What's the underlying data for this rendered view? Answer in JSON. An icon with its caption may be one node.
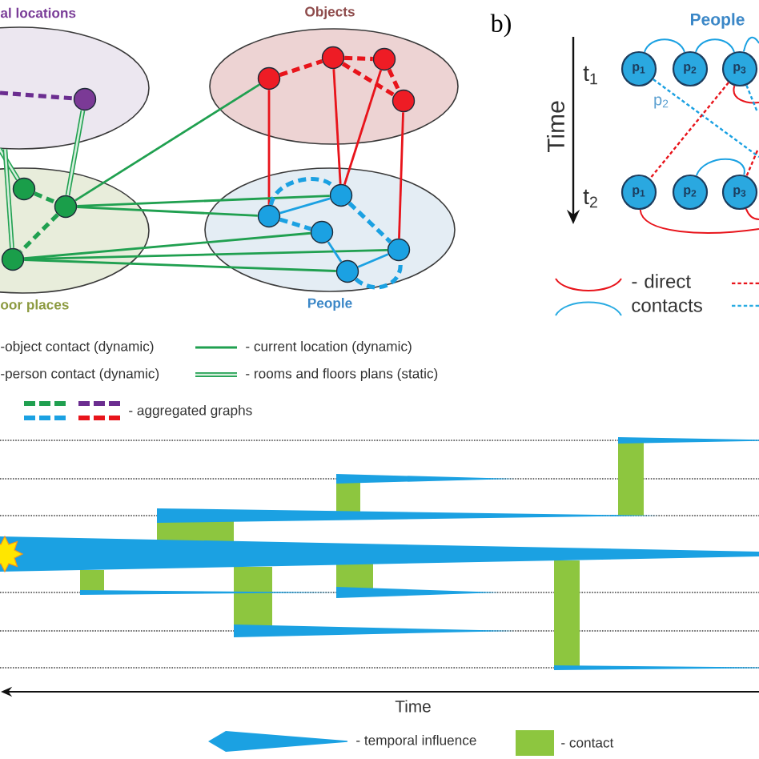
{
  "diagram": {
    "nodes": [
      {
        "text": [
          "al locations"
        ]
      },
      {
        "text": [],
        "shape": "circle",
        "in": 0
      },
      {
        "text": [
          "Objects"
        ]
      },
      {
        "text": [],
        "shape": "circle",
        "in": 2
      },
      {
        "text": [],
        "shape": "circle",
        "in": 2
      },
      {
        "text": [],
        "shape": "circle",
        "in": 2
      },
      {
        "text": [],
        "shape": "circle",
        "in": 2
      },
      {
        "text": [
          "oor places"
        ]
      },
      {
        "text": [],
        "shape": "circle",
        "in": 7
      },
      {
        "text": [],
        "shape": "circle",
        "in": 7
      },
      {
        "text": [],
        "shape": "circle",
        "in": 7
      },
      {
        "text": [
          "People"
        ]
      },
      {
        "text": [],
        "shape": "circle",
        "in": 11
      },
      {
        "text": [],
        "shape": "circle",
        "in": 11
      },
      {
        "text": [],
        "shape": "circle",
        "in": 11
      },
      {
        "text": [],
        "shape": "circle",
        "in": 11
      },
      {
        "text": [],
        "shape": "circle",
        "in": 11
      },
      {
        "text": [
          "p$_{1}$"
        ]
      },
      {
        "text": [
          "p$_{2}$"
        ]
      },
      {
        "text": [
          "p$_{3}$"
        ]
      },
      {
        "text": [
          "p$_{1}$"
        ]
      },
      {
        "text": [
          "p$_{2}$"
        ]
      },
      {
        "text": [
          "p$_{3}$"
        ]
      }
    ],
    "edges": [
      {
        "from": null,
        "to": 1,
        "arrow": "none",
        "style": "dashed",
        "color": "#6b2d90"
      },
      {
        "from": 3,
        "to": 4,
        "arrow": "none",
        "style": "dashed",
        "color": "#e8141b"
      },
      {
        "from": 4,
        "to": 5,
        "arrow": "none",
        "style": "dashed",
        "color": "#e8141b"
      },
      {
        "from": 4,
        "to": 6,
        "arrow": "none",
        "style": "dashed",
        "color": "#e8141b"
      },
      {
        "from": 5,
        "to": 6,
        "arrow": "none",
        "style": "dashed",
        "color": "#e8141b"
      },
      {
        "from": 3,
        "to": 12,
        "arrow": "none",
        "color": "#e8141b"
      },
      {
        "from": 4,
        "to": 13,
        "arrow": "none",
        "color": "#e8141b"
      },
      {
        "from": 5,
        "to": 13,
        "arrow": "none",
        "color": "#e8141b"
      },
      {
        "from": 6,
        "to": 16,
        "arrow": "none",
        "color": "#e8141b"
      },
      {
        "from": 1,
        "to": 9,
        "arrow": "none",
        "style": "thick",
        "color": "#20a050"
      },
      {
        "from": 0,
        "to": 8,
        "arrow": "none",
        "style": "thick",
        "color": "#20a050"
      },
      {
        "from": 0,
        "to": 10,
        "arrow": "none",
        "style": "thick",
        "color": "#20a050"
      },
      {
        "from": 8,
        "to": 9,
        "arrow": "none",
        "style": "dashed",
        "color": "#20a050"
      },
      {
        "from": 9,
        "to": 10,
        "arrow": "none",
        "style": "dashed",
        "color": "#20a050"
      },
      {
        "from": 9,
        "to": 3,
        "arrow": "none",
        "color": "#20a050"
      },
      {
        "from": 9,
        "to": 12,
        "arrow": "none",
        "color": "#20a050"
      },
      {
        "from": 9,
        "to": 13,
        "arrow": "none",
        "color": "#20a050"
      },
      {
        "from": 10,
        "to": 14,
        "arrow": "none",
        "color": "#20a050"
      },
      {
        "from": 10,
        "to": 15,
        "arrow": "none",
        "color": "#20a050"
      },
      {
        "from": 10,
        "to": 16,
        "arrow": "none",
        "color": "#20a050"
      },
      {
        "from": 12,
        "to": 13,
        "arrow": "none",
        "color": "#1ba1e2"
      },
      {
        "from": 15,
        "to": 16,
        "arrow": "none",
        "color": "#1ba1e2"
      },
      {
        "from": 12,
        "to": 13,
        "arrow": "none",
        "style": "dashed",
        "color": "#1ba1e2"
      },
      {
        "from": 12,
        "to": 14,
        "arrow": "none",
        "style": "dashed",
        "color": "#1ba1e2"
      },
      {
        "from": 13,
        "to": 16,
        "arrow": "none",
        "style": "dashed",
        "color": "#1ba1e2"
      },
      {
        "from": 15,
        "to": 16,
        "arrow": "none",
        "style": "dashed",
        "color": "#1ba1e2"
      },
      {
        "from": 17,
        "to": 18,
        "arrow": "none",
        "color": "#1ba1e2"
      },
      {
        "from": 18,
        "to": 19,
        "arrow": "none",
        "color": "#1ba1e2"
      },
      {
        "from": 19,
        "to": null,
        "arrow": "none",
        "color": "#e8141b"
      },
      {
        "from": 17,
        "to": null,
        "arrow": "none",
        "style": "dashed",
        "color": "#1ba1e2",
        "label": "p$_{2}$"
      },
      {
        "from": 19,
        "to": null,
        "arrow": "none",
        "style": "dashed",
        "color": "#1ba1e2"
      },
      {
        "from": 19,
        "to": 20,
        "arrow": "none",
        "style": "dashed",
        "color": "#e8141b"
      },
      {
        "from": 21,
        "to": 22,
        "arrow": "none",
        "color": "#1ba1e2"
      },
      {
        "from": 20,
        "to": null,
        "arrow": "none",
        "color": "#e8141b"
      },
      {
        "from": 22,
        "to": null,
        "arrow": "none",
        "color": "#e8141b"
      },
      {
        "from": null,
        "to": 22,
        "arrow": "none",
        "style": "dashed",
        "color": "#e8141b"
      },
      {
        "from": 14,
        "to": 15,
        "arrow": "none",
        "color": "#1ba1e2"
      },
      {
        "from": 19,
        "to": null,
        "arrow": "none",
        "color": "#1ba1e2"
      }
    ],
    "labels": [
      "b)",
      "People",
      "Time",
      "t$_{1}$",
      "t$_{2}$",
      "Time"
    ],
    "legend": [
      {
        "text": "-object contact (dynamic)"
      },
      {
        "text": "- current location (dynamic)"
      },
      {
        "text": "-person contact (dynamic)"
      },
      {
        "text": "- rooms and floors plans (static)"
      },
      {
        "text": "- aggregated graphs"
      },
      {
        "text": "- direct contacts"
      },
      {
        "text": "- temporal influence"
      },
      {
        "text": "- contact",
        "color": "#8dc63f"
      }
    ]
  }
}
